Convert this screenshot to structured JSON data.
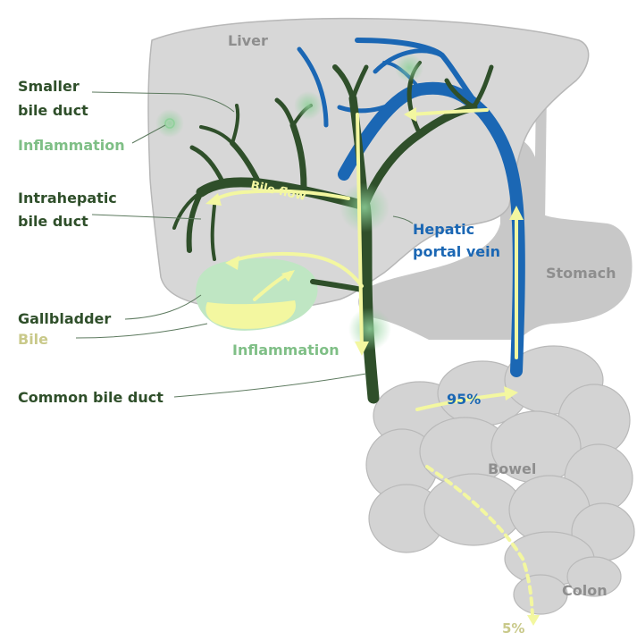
{
  "labels": {
    "liver": "Liver",
    "smaller_bile_duct_1": "Smaller",
    "smaller_bile_duct_2": "bile duct",
    "inflammation_top": "Inflammation",
    "intrahepatic_1": "Intrahepatic",
    "intrahepatic_2": "bile duct",
    "bile_flow": "Bile flow",
    "hepatic_portal_vein_1": "Hepatic",
    "hepatic_portal_vein_2": "portal vein",
    "stomach": "Stomach",
    "gallbladder": "Gallbladder",
    "bile": "Bile",
    "inflammation_bottom": "Inflammation",
    "common_bile_duct": "Common bile duct",
    "pct_95": "95%",
    "bowel": "Bowel",
    "colon": "Colon",
    "pct_5": "5%"
  },
  "colors": {
    "organ_grey": "#d7d7d7",
    "stomach_grey": "#c8c8c8",
    "bile_duct_dark_green": "#2f4f2a",
    "portal_vein_blue": "#1b67b4",
    "bile_yellow": "#f3f7a0",
    "inflammation_green": "#8fd19a",
    "gallbladder_green": "#bfe6c3"
  }
}
